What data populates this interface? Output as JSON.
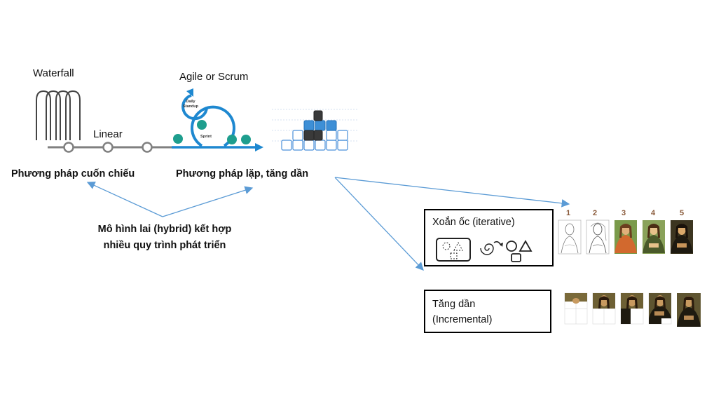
{
  "labels": {
    "waterfall": "Waterfall",
    "linear": "Linear",
    "agile": "Agile or Scrum",
    "cuon_chieu": "Phương pháp cuốn chiếu",
    "lap_tang_dan": "Phương pháp lặp, tăng dần",
    "hybrid_line1": "Mô hình lai (hybrid) kết hợp",
    "hybrid_line2": "nhiều quy trình phát triển"
  },
  "agile_cycle": {
    "daily": "Daily",
    "standup": "Standup",
    "sprint": "Sprint"
  },
  "iterative_box": {
    "title": "Xoắn ốc (iterative)",
    "steps": [
      "1",
      "2",
      "3",
      "4",
      "5"
    ]
  },
  "incremental_box": {
    "line1": "Tăng dần",
    "line2": "(Incremental)"
  },
  "colors": {
    "accent_blue": "#1e88d0",
    "arrow_blue": "#5b9bd5",
    "grey_line": "#808080",
    "teal_dot": "#1e9e8e",
    "step_number": "#8a5a3a"
  }
}
